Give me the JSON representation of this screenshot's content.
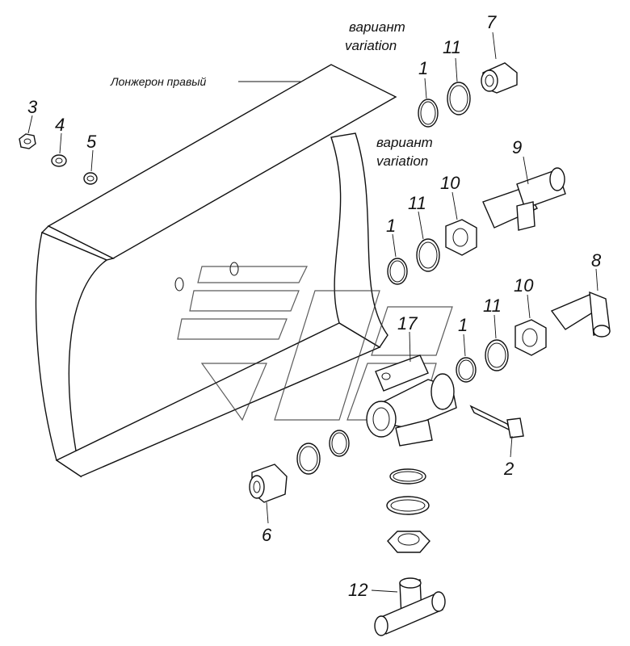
{
  "rail_label": "Лонжерон правый",
  "variant_top": {
    "ru": "вариант",
    "en": "variation"
  },
  "variant_mid": {
    "ru": "вариант",
    "en": "variation"
  },
  "labels": {
    "p1a": "1",
    "p1b": "1",
    "p1c": "1",
    "p2": "2",
    "p3": "3",
    "p4": "4",
    "p5": "5",
    "p6": "6",
    "p7": "7",
    "p8": "8",
    "p9": "9",
    "p10a": "10",
    "p10b": "10",
    "p11a": "11",
    "p11b": "11",
    "p11c": "11",
    "p12": "12",
    "p17": "17"
  }
}
